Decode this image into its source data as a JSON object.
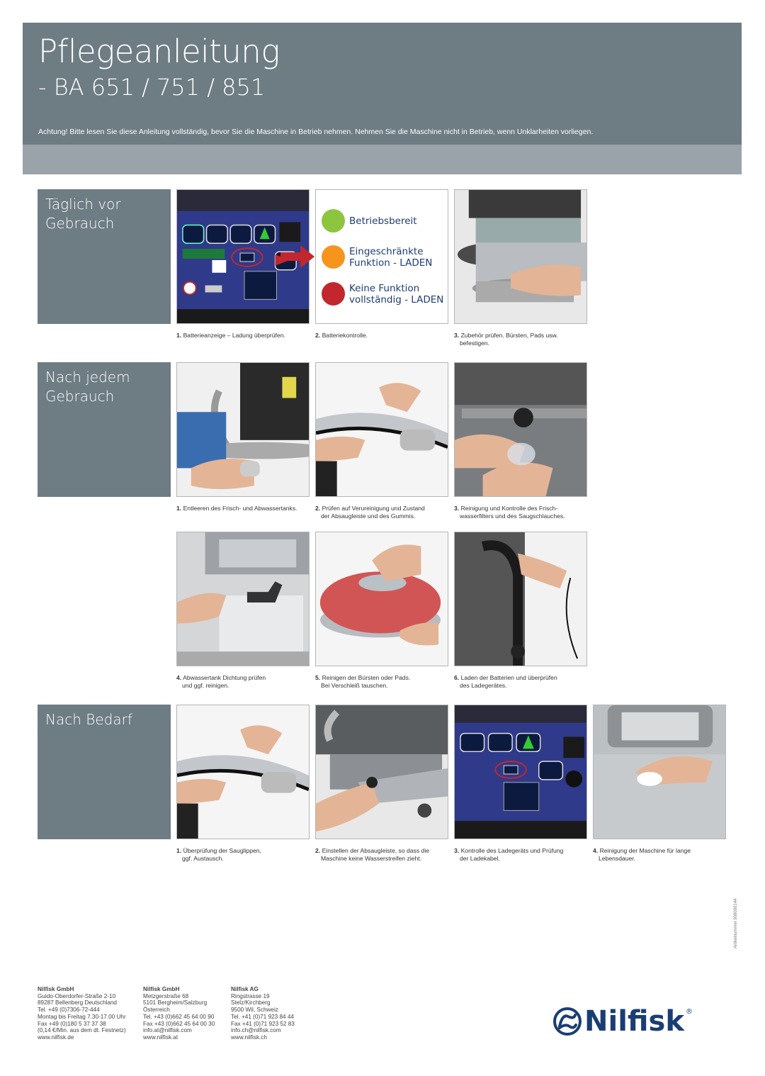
{
  "header": {
    "title": "Pflegeanleitung",
    "subtitle": "- BA 651 / 751 / 851",
    "warning": "Achtung! Bitte lesen Sie diese Anleitung vollständig, bevor Sie die Maschine in Betrieb nehmen. Nehmen Sie die Maschine nicht in Betrieb, wenn Unklarheiten vorliegen."
  },
  "sections": {
    "daily": {
      "label": "Täglich vor Gebrauch",
      "captions": [
        {
          "num": "1.",
          "text": "Batterieanzeige – Ladung überprüfen.",
          "text2": ""
        },
        {
          "num": "2.",
          "text": "Batteriekontrolle.",
          "text2": ""
        },
        {
          "num": "3.",
          "text": "Zubehör prüfen. Bürsten, Pads usw.",
          "text2": "befestigen."
        }
      ],
      "status": [
        {
          "label": "Betriebsbereit",
          "color": "#8cc63f"
        },
        {
          "label": "Eingeschränkte Funktion - LADEN",
          "color": "#f7941d"
        },
        {
          "label": "Keine Funktion vollständig - LADEN",
          "color": "#c1272d"
        }
      ]
    },
    "after": {
      "label": "Nach jedem Gebrauch",
      "captions": [
        {
          "num": "1.",
          "text": "Entleeren des Frisch- und Abwassertanks.",
          "text2": ""
        },
        {
          "num": "2.",
          "text": "Prüfen auf Verureinigung und Zustand",
          "text2": "der Absaugleiste und des Gummis."
        },
        {
          "num": "3.",
          "text": "Reinigung und Kontrolle des Frisch-",
          "text2": "wasserfilters und des Saugschlauches."
        },
        {
          "num": "4.",
          "text": "Abwassertank Dichtung prüfen",
          "text2": "und ggf. reinigen."
        },
        {
          "num": "5.",
          "text": "Reinigen der Bürsten oder Pads.",
          "text2": "Bei Verschleiß tauschen."
        },
        {
          "num": "6.",
          "text": "Laden der Batterien und überprüfen",
          "text2": "des Ladegerätes."
        }
      ]
    },
    "asneeded": {
      "label": "Nach Bedarf",
      "captions": [
        {
          "num": "1.",
          "text": "Überprüfung der Sauglippen,",
          "text2": "ggf. Austausch."
        },
        {
          "num": "2.",
          "text": "Einstellen der Absaugleiste, so dass die",
          "text2": "Maschine keine Wasserstreifen zieht."
        },
        {
          "num": "3.",
          "text": "Kontrolle des Ladegeräts und Prüfung",
          "text2": "der Ladekabel."
        },
        {
          "num": "4.",
          "text": "Reinigung der Maschine für lange",
          "text2": "Lebensdauer."
        }
      ]
    }
  },
  "footer": {
    "addresses": [
      [
        "Nilfisk GmbH",
        "Guido-Oberdorfer-Straße 2-10",
        "89287 Bellenberg Deutschland",
        "Tel. +49 (0)7306-72-444",
        "Montag bis Freitag 7.30-17.00 Uhr",
        "Fax +49 (0)180 5 37 37 38",
        "(0,14 €/Min. aus dem dt. Festnetz)",
        "www.nilfisk.de"
      ],
      [
        "Nilfisk GmbH",
        "Metzgerstraße 68",
        "5101 Bergheim/Salzburg",
        "Österreich",
        "Tel. +43 (0)662 45 64 00 90",
        "Fax +43 (0)662 45 64 00 30",
        "info.at@nilfisk.com",
        "www.nilfisk.at"
      ],
      [
        "Nilfisk AG",
        "Ringstrasse 19",
        "Stelz/Kirchberg",
        "9500 Wil, Schweiz",
        "Tel. +41 (0)71 923 84 44",
        "Fax +41 (0)71 923 52 83",
        "info.ch@nilfisk.com",
        "www.nilfisk.ch"
      ]
    ],
    "article_number": "Artikelnummer 908000144",
    "brand": "Nilfisk",
    "brand_mark": "®"
  },
  "colors": {
    "header": "#6e7c84",
    "strip": "#9aa3a9",
    "brand_blue": "#1a3e73"
  }
}
